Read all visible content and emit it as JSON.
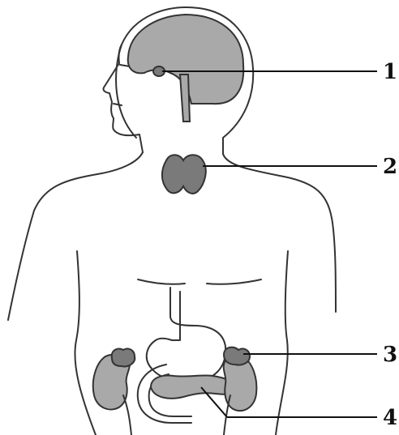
{
  "labels": [
    {
      "id": "label-1",
      "text": "1"
    },
    {
      "id": "label-2",
      "text": "2"
    },
    {
      "id": "label-3",
      "text": "3"
    },
    {
      "id": "label-4",
      "text": "4"
    }
  ],
  "colors": {
    "organ_fill": "#a9a9a9",
    "thyroid_fill": "#7a7a7a",
    "outline": "#333333"
  }
}
